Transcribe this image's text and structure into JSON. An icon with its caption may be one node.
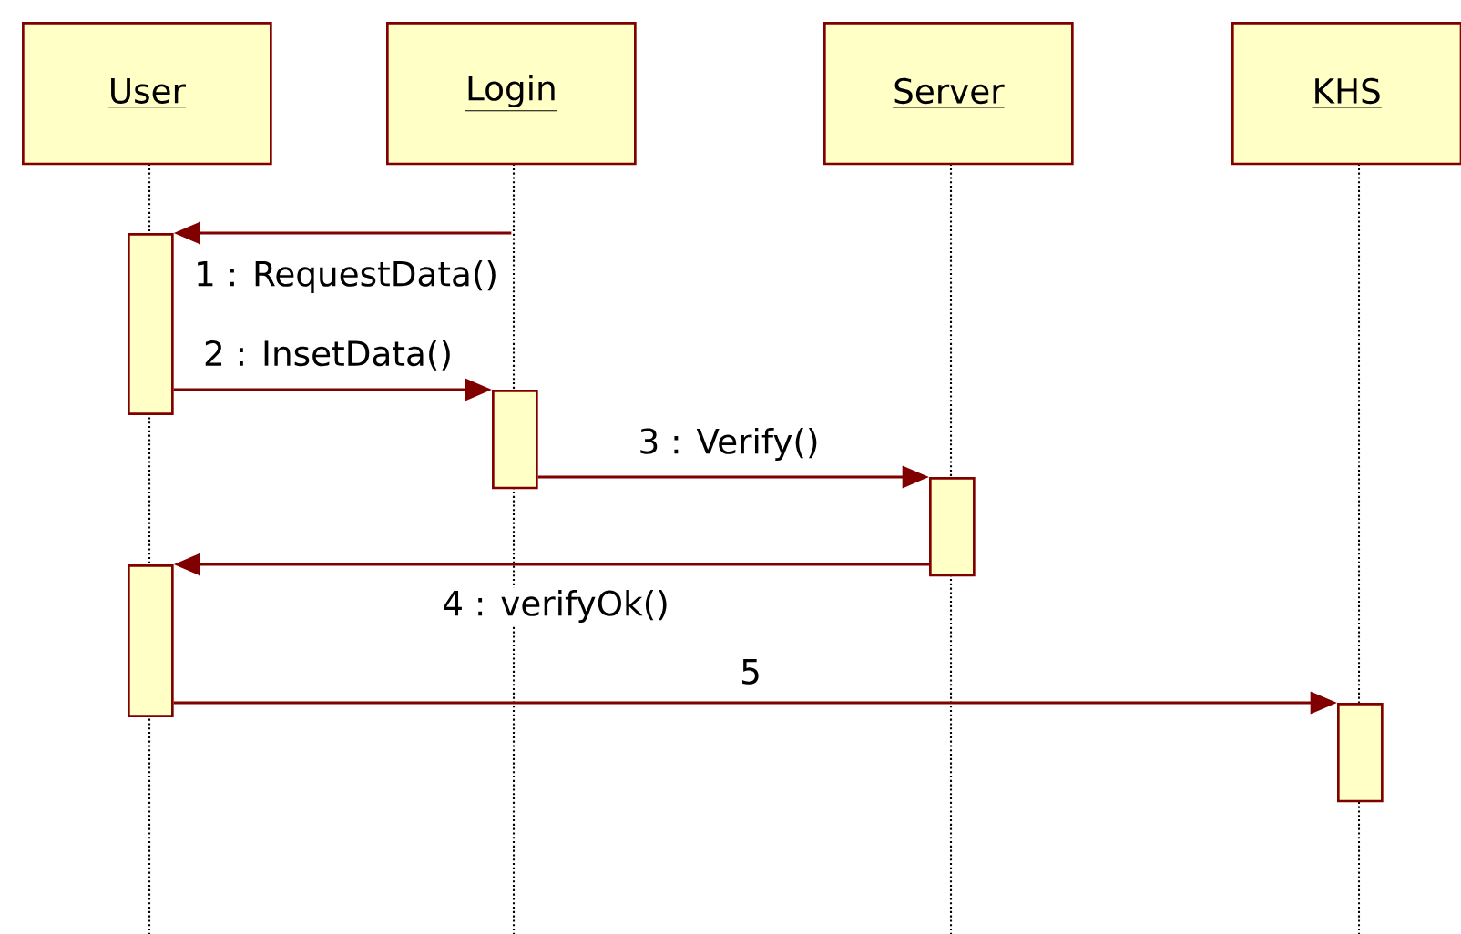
{
  "diagram": {
    "nodes": [
      {
        "text": [
          "User"
        ]
      },
      {
        "text": [
          "Login"
        ]
      },
      {
        "text": [
          "Server"
        ]
      },
      {
        "text": [
          "KHS"
        ]
      },
      {
        "text": [],
        "shape": "bar"
      },
      {
        "text": [],
        "shape": "bar"
      },
      {
        "text": [],
        "shape": "bar"
      },
      {
        "text": [],
        "shape": "bar"
      },
      {
        "text": [],
        "shape": "bar"
      }
    ],
    "edges": [
      {
        "from": 1,
        "to": 4,
        "arrow": "to",
        "label": "1 : RequestData()"
      },
      {
        "from": 4,
        "to": 5,
        "arrow": "to",
        "label": "2 : InsetData()"
      },
      {
        "from": 5,
        "to": 6,
        "arrow": "to",
        "label": "3 : Verify()"
      },
      {
        "from": 6,
        "to": 7,
        "arrow": "to",
        "label": "4 : verifyOk()"
      },
      {
        "from": 7,
        "to": 8,
        "arrow": "to",
        "label": "5"
      }
    ]
  }
}
